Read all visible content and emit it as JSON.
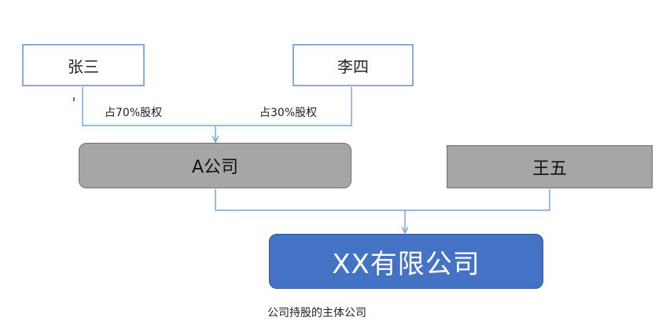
{
  "diagram": {
    "shareholders": [
      {
        "name": "张三",
        "stake_label": "占70%股权"
      },
      {
        "name": "李四",
        "stake_label": "占30%股权"
      }
    ],
    "intermediate_company": {
      "name": "A公司"
    },
    "other_shareholder": {
      "name": "王五"
    },
    "target_company": {
      "name": "XX有限公司"
    },
    "caption": "公司持股的主体公司"
  },
  "colors": {
    "person_border": "#8ea8d8",
    "company_fill": "#a6a6a6",
    "target_fill": "#4472c4",
    "connector": "#7aa6d8"
  }
}
